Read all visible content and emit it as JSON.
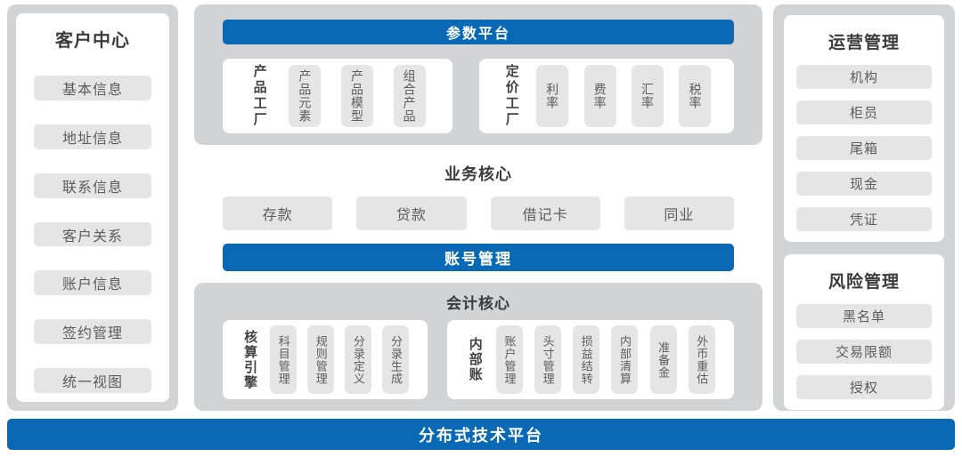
{
  "colors": {
    "blue": "#0a69b4",
    "panel_gray": "#d2d3d5",
    "pill_gray": "#e5e5e6",
    "title_text": "#3b3b3b",
    "item_text": "#5c5c5c"
  },
  "left_panel": {
    "title": "客户中心",
    "items": [
      "基本信息",
      "地址信息",
      "联系信息",
      "客户关系",
      "账户信息",
      "签约管理",
      "统一视图"
    ]
  },
  "param_platform": {
    "title": "参数平台",
    "groups": [
      {
        "label": "产品工厂",
        "items": [
          "产品元素",
          "产品模型",
          "组合产品"
        ]
      },
      {
        "label": "定价工厂",
        "items": [
          "利率",
          "费率",
          "汇率",
          "税率"
        ]
      }
    ]
  },
  "business_core": {
    "title": "业务核心",
    "items": [
      "存款",
      "贷款",
      "借记卡",
      "同业"
    ]
  },
  "account_mgmt": {
    "title": "账号管理"
  },
  "accounting_core": {
    "title": "会计核心",
    "groups": [
      {
        "label": "核算引擎",
        "items": [
          "科目管理",
          "规则管理",
          "分录定义",
          "分录生成"
        ]
      },
      {
        "label": "内部账",
        "items": [
          "账户管理",
          "头寸管理",
          "损益结转",
          "内部清算",
          "准备金",
          "外币重估"
        ]
      }
    ]
  },
  "operations": {
    "title": "运营管理",
    "items": [
      "机构",
      "柜员",
      "尾箱",
      "现金",
      "凭证"
    ]
  },
  "risk": {
    "title": "风险管理",
    "items": [
      "黑名单",
      "交易限额",
      "授权"
    ]
  },
  "bottom_bar": {
    "title": "分布式技术平台"
  }
}
